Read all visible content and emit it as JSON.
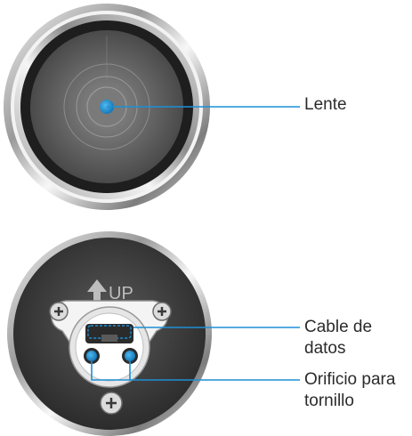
{
  "labels": {
    "lens": "Lente",
    "data_cable": [
      "Cable de",
      "datos"
    ],
    "screw_hole": [
      "Orificio para",
      "tornillo"
    ]
  },
  "back_panel": {
    "arrow_text": "UP"
  },
  "colors": {
    "callout_line": "#1c8fd6",
    "dot": "#1f96dc",
    "ring_dark": "#1e1e1e",
    "metal": "#c9c9c9",
    "panel_white": "#f4f4f4",
    "text": "#2b2b2b"
  },
  "icons": [
    "plus-screw-icon",
    "up-arrow-icon",
    "usb-port-icon"
  ]
}
